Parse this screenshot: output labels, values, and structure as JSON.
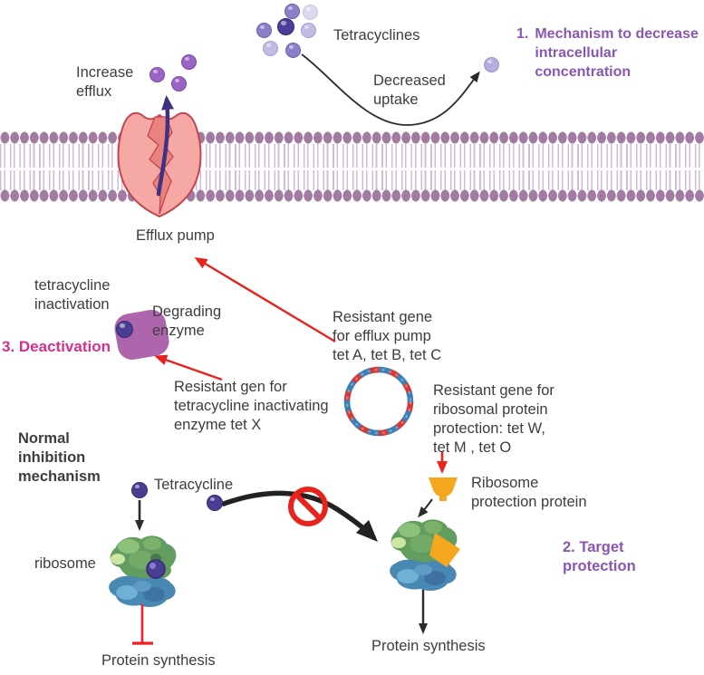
{
  "title": "Tetracycline resistance mechanisms diagram",
  "colors": {
    "heading_purple": "#8a56b4",
    "heading_magenta": "#d5308f",
    "arrow_red": "#e8221c",
    "arrow_black": "#2b2b2b",
    "arrow_dark_purple": "#3f3282",
    "membrane_head": "#a27ba3",
    "membrane_tail": "#cdaed0",
    "pump_fill": "#f6a9a4",
    "pump_inner": "#e9837f",
    "pump_stroke": "#c2454f",
    "enzyme_purple": "#ad66ab",
    "plasmid_red": "#d23b3b",
    "plasmid_blue": "#3c7fb5",
    "protection_orange": "#f5a71f",
    "ribosome_green": "#639c5f",
    "ribosome_blue": "#4a88b4",
    "tetracycline_dark": "#4a3e92",
    "tetracycline_medium": "#8c7ec7",
    "tetracycline_light": "#c3bce2",
    "text": "#3d3d3d"
  },
  "headings": {
    "one": {
      "number": "1.",
      "text": "Mechanism to decrease\nintracellular\nconcentration"
    },
    "two": {
      "text": "2. Target\nprotection"
    },
    "three": {
      "text": "3. Deactivation"
    }
  },
  "labels": {
    "increase_efflux": "Increase\nefflux",
    "tetracyclines": "Tetracyclines",
    "decreased_uptake": "Decreased\nuptake",
    "efflux_pump": "Efflux pump",
    "tetracycline_inactivation": "tetracycline\ninactivation",
    "degrading_enzyme": "Degrading\nenzyme",
    "resistant_gene_efflux": "Resistant gene\nfor efflux pump\ntet A, tet B, tet C",
    "resistant_gene_tetx": "Resistant gen for\ntetracycline inactivating\nenzyme tet X",
    "resistant_gene_ribosomal": "Resistant gene for\nribosomal protein\nprotection: tet W,\ntet M , tet O",
    "normal_inhibition": "Normal\ninhibition\nmechanism",
    "tetracycline": "Tetracycline",
    "ribosome": "ribosome",
    "protein_synthesis_left": "Protein synthesis",
    "ribosome_protection": "Ribosome\nprotection protein",
    "protein_synthesis_right": "Protein synthesis"
  }
}
